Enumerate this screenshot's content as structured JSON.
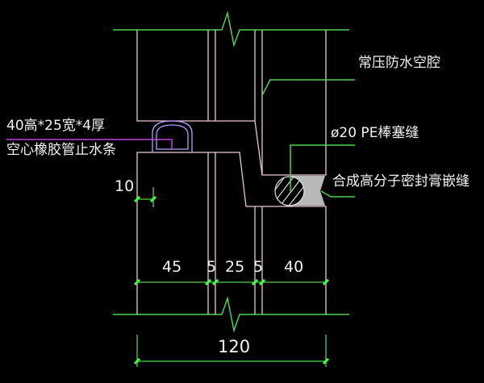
{
  "labels": {
    "cavity": "常压防水空腔",
    "pe_rod": "ø20 PE棒塞缝",
    "sealant": "合成高分子密封膏嵌缝",
    "tube_size": "40高*25宽*4厚",
    "tube_name": "空心橡胶管止水条"
  },
  "dimensions": {
    "d10": "10",
    "d45": "45",
    "d5a": "5",
    "d25": "25",
    "d5b": "5",
    "d40": "40",
    "total": "120"
  },
  "colors": {
    "background": "#000000",
    "wall_line": "#e8c8d0",
    "leader": "#4fd04f",
    "dim_tick": "#40ff40",
    "tube": "#b0a0ff",
    "tube_leader": "#c040e0",
    "sealant": "#b8b8b8"
  }
}
